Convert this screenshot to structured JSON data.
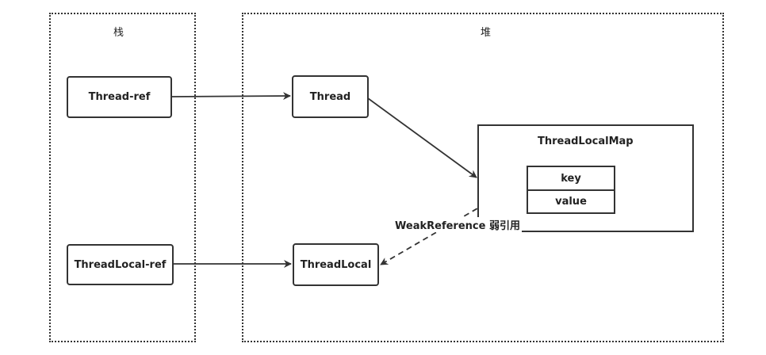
{
  "regions": {
    "stack_title": "栈",
    "heap_title": "堆"
  },
  "nodes": {
    "thread_ref": "Thread-ref",
    "thread": "Thread",
    "threadlocal_ref": "ThreadLocal-ref",
    "threadlocal": "ThreadLocal",
    "map_title": "ThreadLocalMap",
    "key": "key",
    "value": "value"
  },
  "edges": {
    "weak_ref_label": "WeakReference 弱引用"
  }
}
